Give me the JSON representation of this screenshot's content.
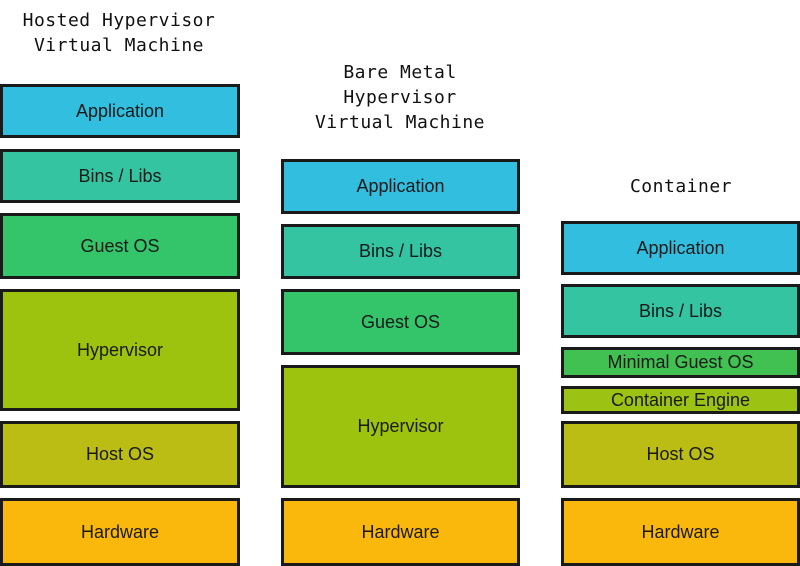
{
  "hosted": {
    "title_line1": "Hosted Hypervisor",
    "title_line2": "Virtual Machine",
    "layers": {
      "application": "Application",
      "bins_libs": "Bins / Libs",
      "guest_os": "Guest OS",
      "hypervisor": "Hypervisor",
      "host_os": "Host OS",
      "hardware": "Hardware"
    }
  },
  "bare_metal": {
    "title_line1": "Bare Metal",
    "title_line2": "Hypervisor",
    "title_line3": "Virtual Machine",
    "layers": {
      "application": "Application",
      "bins_libs": "Bins / Libs",
      "guest_os": "Guest OS",
      "hypervisor": "Hypervisor",
      "hardware": "Hardware"
    }
  },
  "container": {
    "title": "Container",
    "layers": {
      "application": "Application",
      "bins_libs": "Bins / Libs",
      "minimal_guest_os": "Minimal Guest OS",
      "container_engine": "Container Engine",
      "host_os": "Host OS",
      "hardware": "Hardware"
    }
  },
  "colors": {
    "application": "#32bfdf",
    "bins_libs": "#35c4a2",
    "guest_os": "#34c46a",
    "hypervisor": "#9dc30e",
    "host_os": "#bcbd14",
    "hardware": "#fbb80c"
  }
}
